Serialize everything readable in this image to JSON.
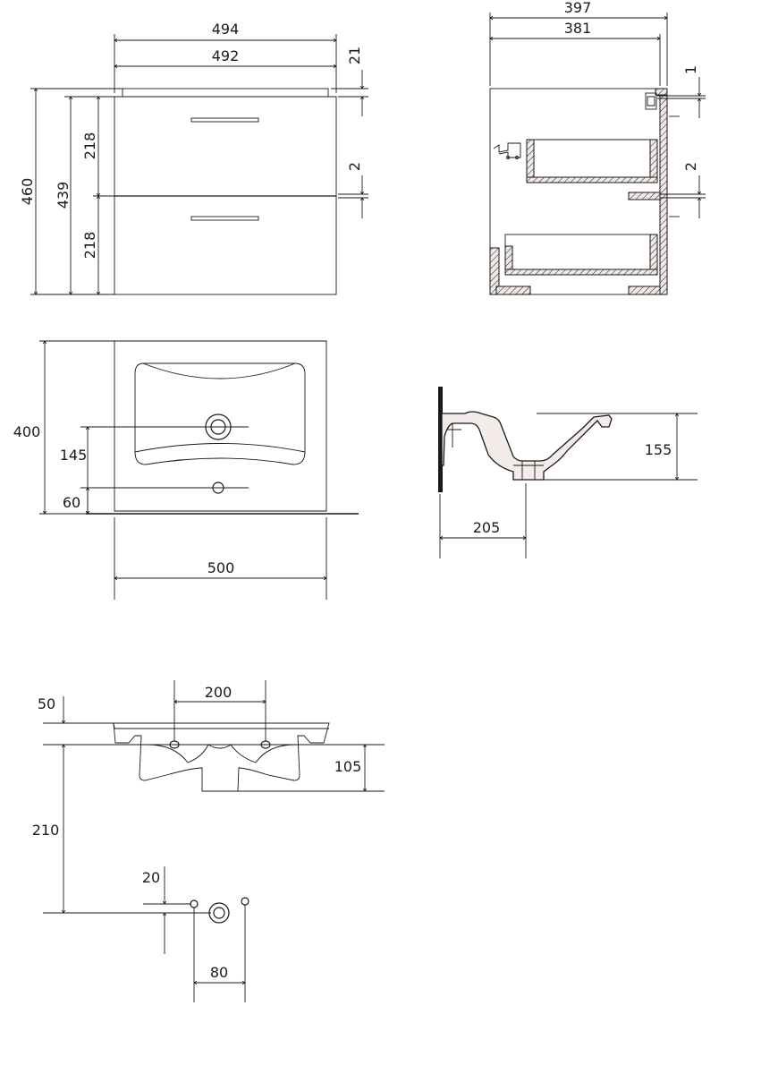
{
  "front_view": {
    "width_overall": "494",
    "width_body": "492",
    "top_thickness": "21",
    "height_overall": "460",
    "height_body": "439",
    "drawer_upper": "218",
    "drawer_lower": "218",
    "drawer_gap": "2"
  },
  "side_view": {
    "depth_overall": "397",
    "depth_body": "381",
    "top_gap": "1",
    "drawer_gap": "2"
  },
  "basin_top_view": {
    "width": "500",
    "depth": "400",
    "tap_hole_offset": "145",
    "drain_offset": "60"
  },
  "basin_side_view": {
    "bowl_depth": "155",
    "drain_setback": "205"
  },
  "basin_rear_view": {
    "rim_thickness": "50",
    "mounting_hole_spacing": "200",
    "underside_depth": "105",
    "drain_height": "210",
    "hole_offset": "20",
    "hole_spacing": "80"
  }
}
